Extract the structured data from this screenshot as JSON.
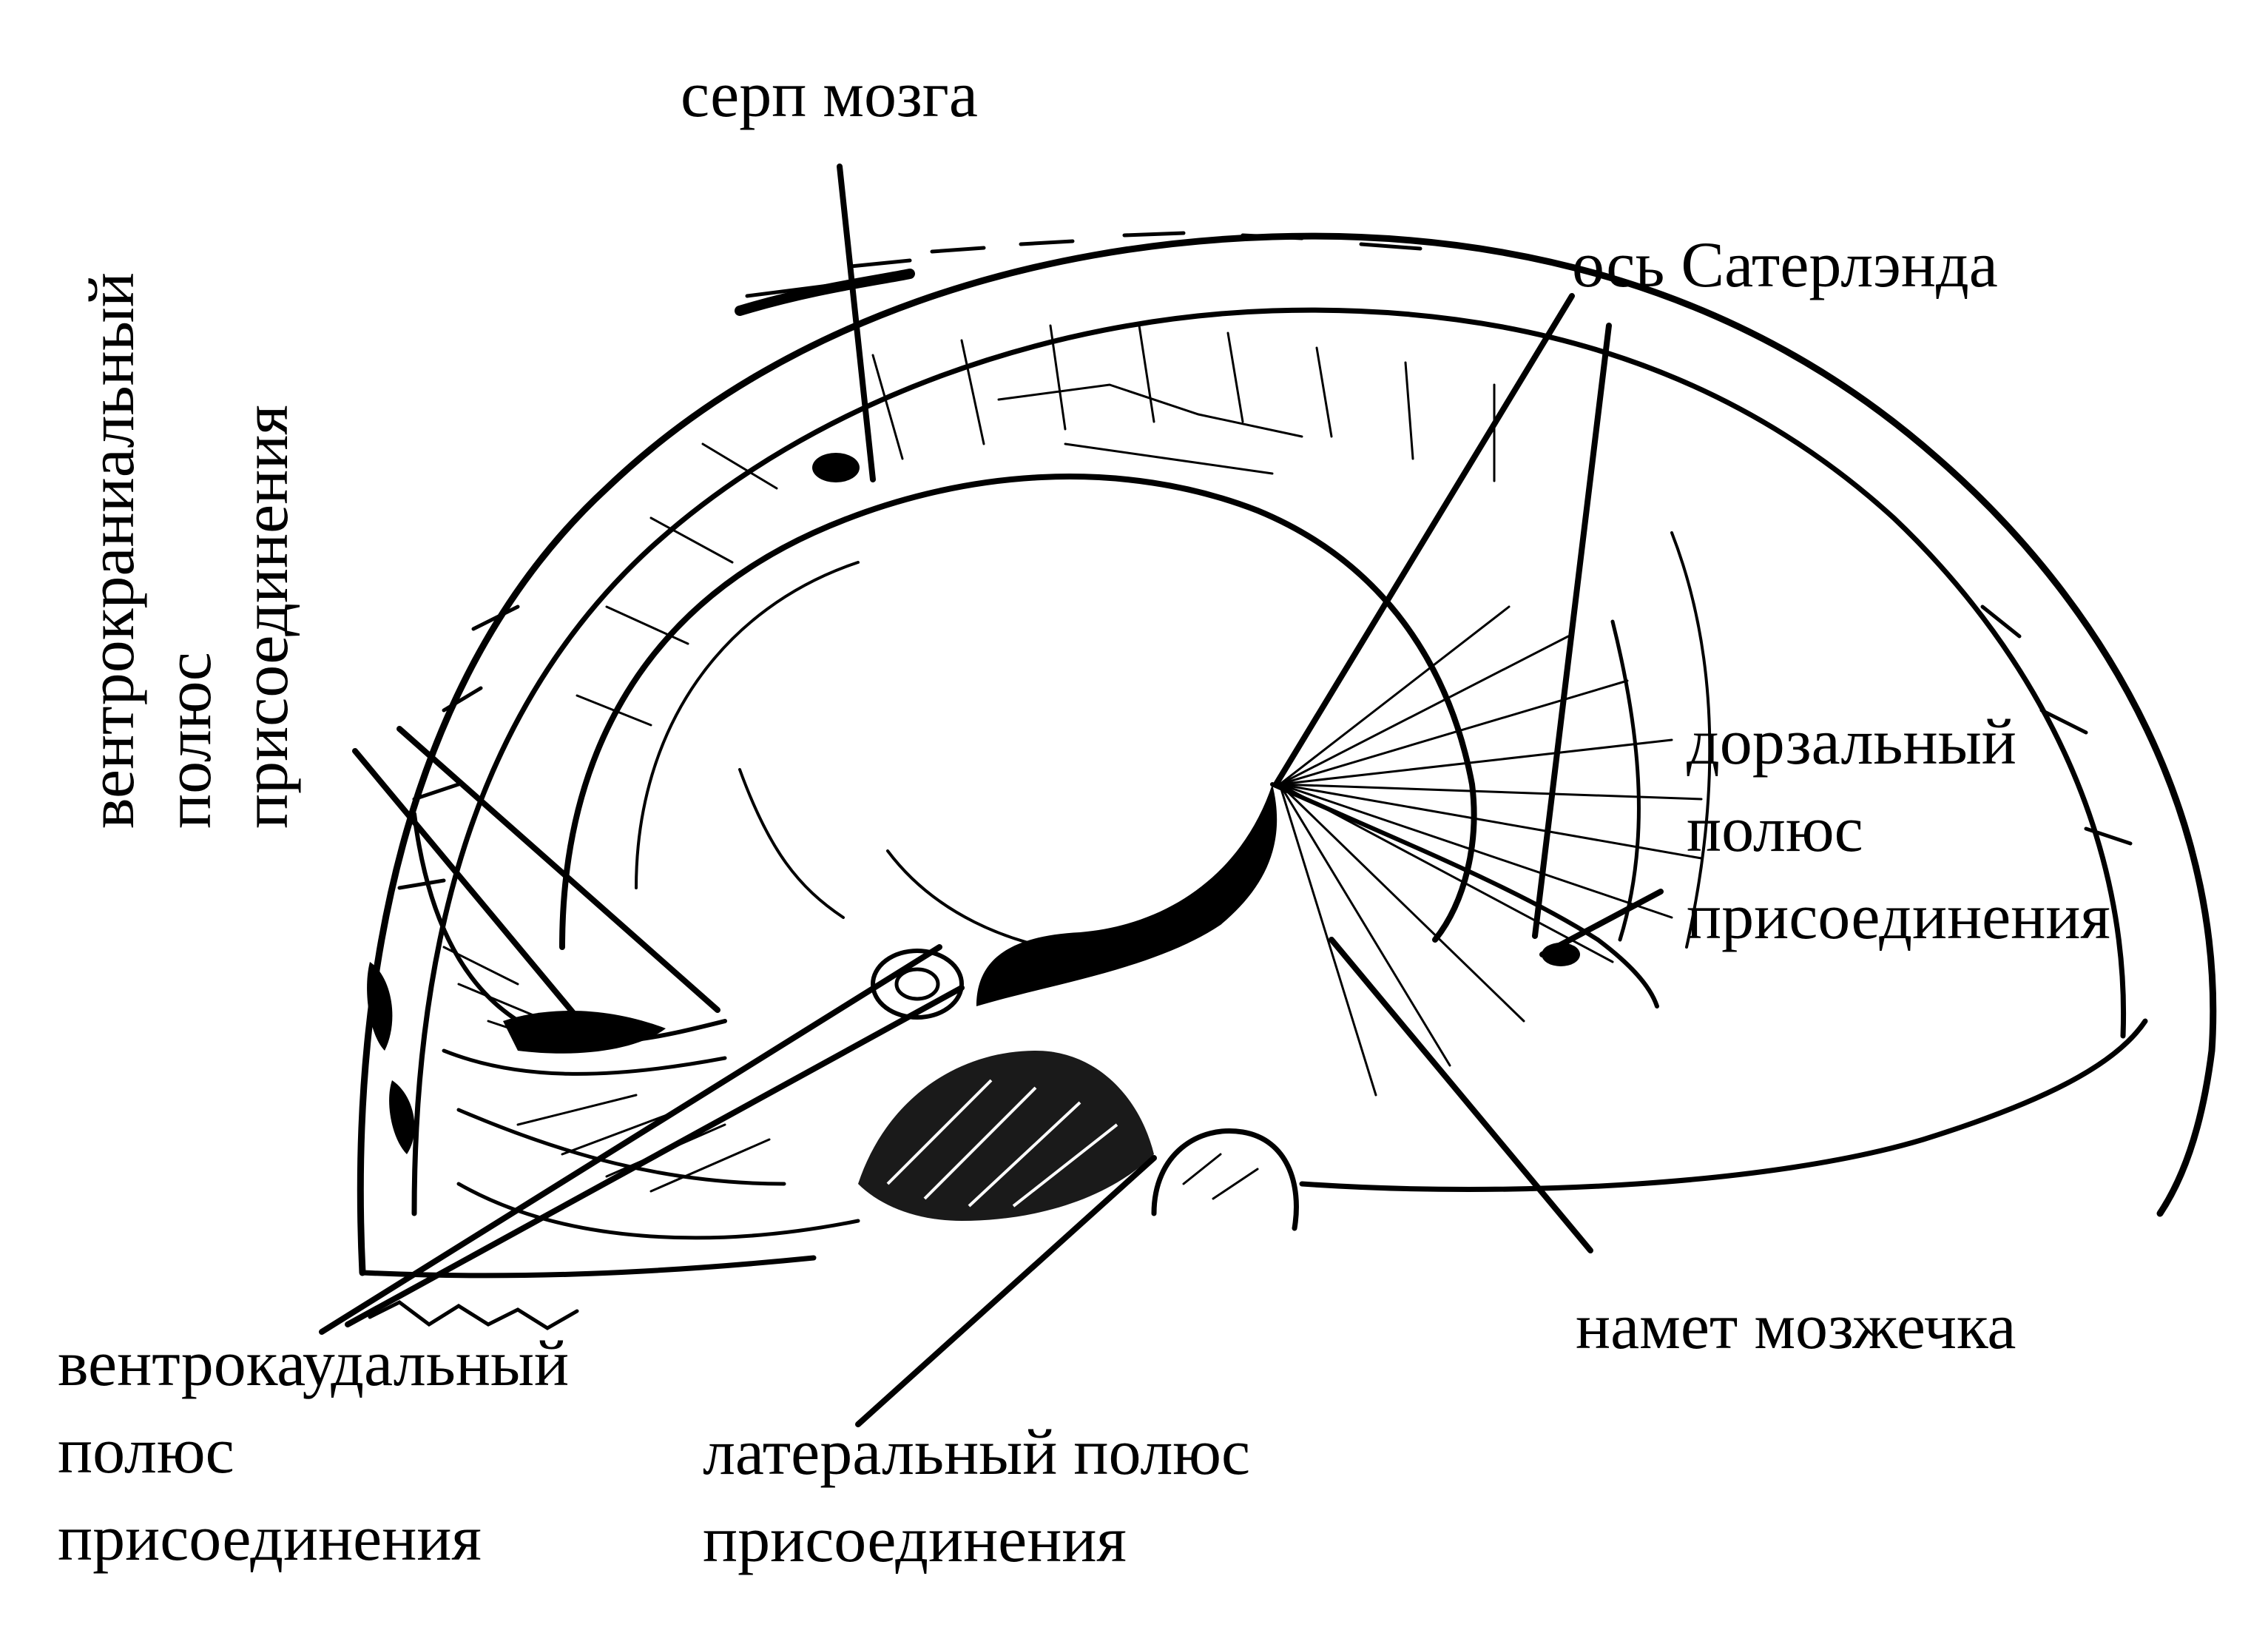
{
  "labels": {
    "falx": "серп мозга",
    "sutherland_axis": "ось Сатерлэнда",
    "ventrocranial": [
      "вентрокраниальный",
      "полюс",
      "присоединения"
    ],
    "dorsal": [
      "дорзальный",
      "полюс",
      "присоединения"
    ],
    "tentorium": "намет мозжечка",
    "ventrocaudal": [
      "вентрокаудальный",
      "полюс",
      "присоединения"
    ],
    "lateral": [
      "латеральный полюс",
      "присоединения"
    ]
  },
  "colors": {
    "ink": "#000000",
    "paper": "#ffffff"
  }
}
